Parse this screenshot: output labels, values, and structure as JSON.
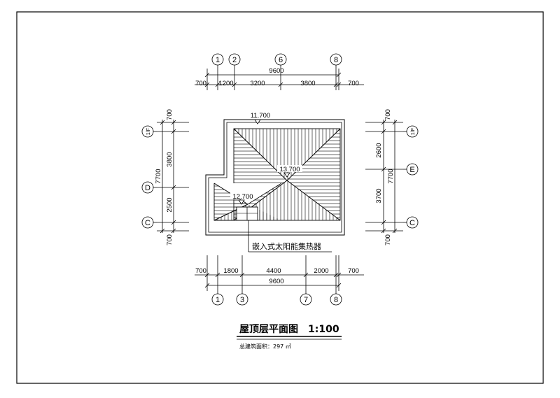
{
  "drawing": {
    "title": "屋顶层平面图",
    "scale": "1:100",
    "area_label": "总建筑面积：297 ㎡",
    "annotation": "嵌入式太阳能集热器",
    "elevations": {
      "eave": "11.700",
      "ridge_main": "13.700",
      "ridge_low": "12.700"
    }
  },
  "top_dims": {
    "axes": [
      "1",
      "2",
      "6",
      "8"
    ],
    "total": "9600",
    "segments": [
      "700",
      "1200",
      "3200",
      "3800",
      "700"
    ]
  },
  "bottom_dims": {
    "axes": [
      "1",
      "3",
      "7",
      "8"
    ],
    "total": "9600",
    "segments": [
      "700",
      "1800",
      "4400",
      "2000",
      "700"
    ]
  },
  "left_dims": {
    "axes": [
      "1/F",
      "D",
      "C"
    ],
    "total": "7700",
    "segments": [
      "700",
      "3800",
      "2500",
      "700"
    ]
  },
  "right_dims": {
    "axes": [
      "1/F",
      "E",
      "C"
    ],
    "total": "7700",
    "segments": [
      "700",
      "2600",
      "3700",
      "700"
    ]
  }
}
